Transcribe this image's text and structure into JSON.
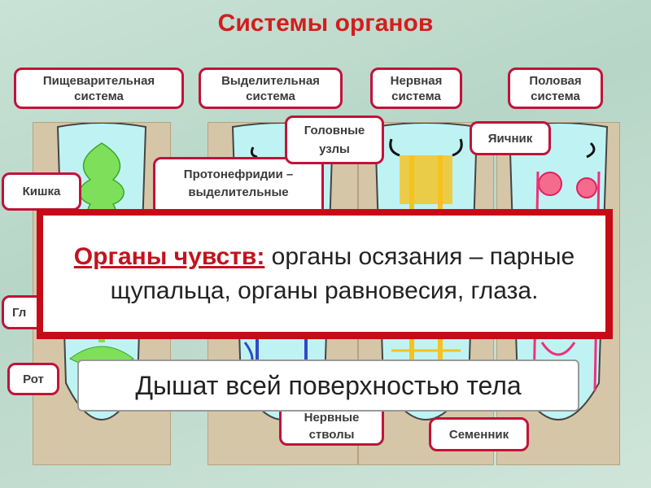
{
  "title": "Системы органов",
  "headers": {
    "digestive": "Пищеварительная система",
    "excretory": "Выделительная система",
    "nervous": "Нервная система",
    "reproductive": "Половая система"
  },
  "callouts": {
    "intestine": "Кишка",
    "protonephridia": "Протонефридии – выделительные",
    "pharynx_partial": "Гл",
    "mouth": "Рот",
    "head_ganglia": "Головные узлы",
    "nerve_cords": "Нервные стволы",
    "ovary": "Яичник",
    "testis": "Семенник"
  },
  "overlay": {
    "lead": "Органы чувств:",
    "text": " органы осязания – парные щупальца, органы равновесия, глаза."
  },
  "breathing": "Дышат всей поверхностью тела",
  "colors": {
    "title": "#d21e1e",
    "label_border": "#c0133a",
    "overlay_border": "#c70a17",
    "digestive": "#7ee05a",
    "excretory": "#2f49c9",
    "nervous": "#f6c21d",
    "reproductive": "#f0307a"
  }
}
